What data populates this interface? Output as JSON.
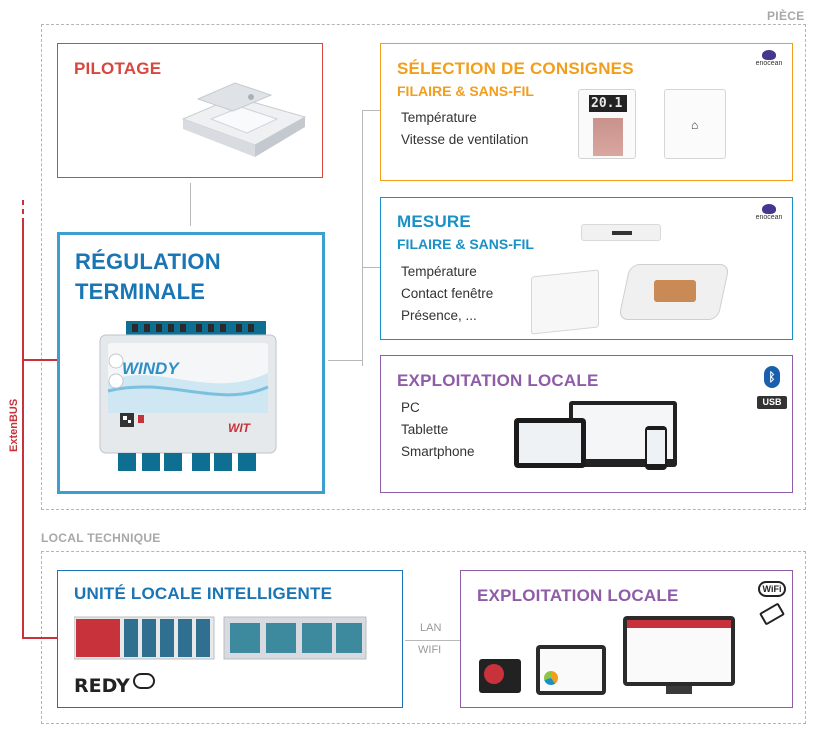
{
  "zones": {
    "piece": "PIÈCE",
    "local_technique": "LOCAL TECHNIQUE"
  },
  "bus_label": "ExtenBUS",
  "pilotage": {
    "title": "PILOTAGE",
    "color": "#d7473f"
  },
  "regulation": {
    "title_line1": "RÉGULATION",
    "title_line2": "TERMINALE",
    "color": "#1a75b4",
    "border_color": "#3c9fd0",
    "device_brand": "WINDY",
    "device_logo": "WIT"
  },
  "consignes": {
    "title": "SÉLECTION DE CONSIGNES",
    "subtitle": "FILAIRE & SANS-FIL",
    "color": "#f19e1c",
    "items": [
      "Température",
      "Vitesse de ventilation"
    ],
    "display_value": "20.1",
    "badge": "enocean"
  },
  "mesure": {
    "title": "MESURE",
    "subtitle": "FILAIRE & SANS-FIL",
    "color": "#1a91c6",
    "items": [
      "Température",
      "Contact fenêtre",
      "Présence, ..."
    ],
    "badge": "enocean"
  },
  "exploitation_piece": {
    "title": "EXPLOITATION LOCALE",
    "color": "#8f5ca8",
    "items": [
      "PC",
      "Tablette",
      "Smartphone"
    ],
    "icons": [
      "bluetooth-icon",
      "usb-icon"
    ],
    "usb_label": "USB"
  },
  "unite": {
    "title": "UNITÉ LOCALE INTELLIGENTE",
    "color": "#1a75b4",
    "brand": "REDY"
  },
  "connection": {
    "lan": "LAN",
    "wifi": "WIFI"
  },
  "exploitation_local": {
    "title": "EXPLOITATION LOCALE",
    "color": "#8f5ca8",
    "icons": [
      "wifi-icon",
      "ethernet-icon"
    ],
    "wifi_label": "WiFi"
  }
}
